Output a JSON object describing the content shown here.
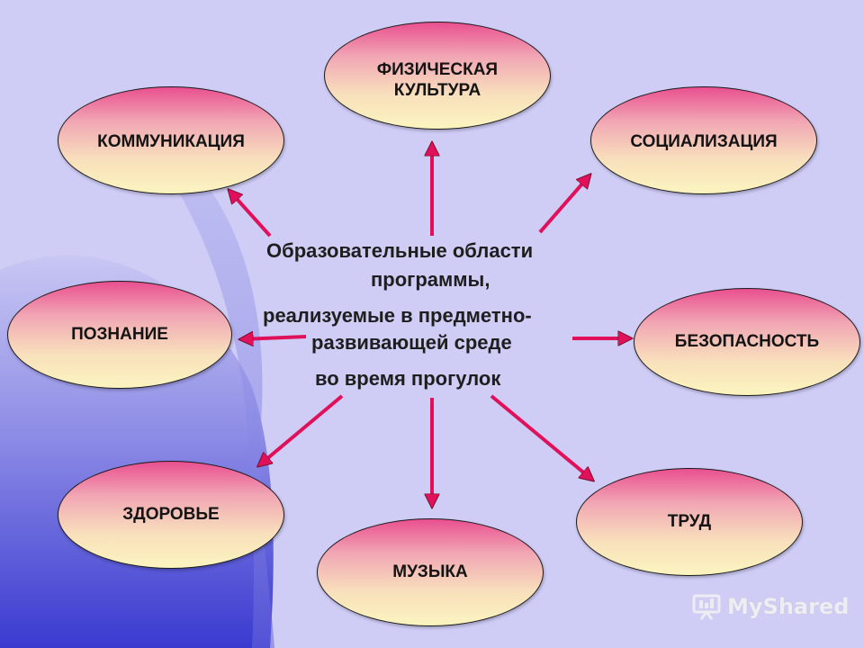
{
  "diagram": {
    "center_lines": [
      "Образовательные области",
      "программы,",
      "реализуемые в предметно-",
      "развивающей среде",
      "во время прогулок"
    ],
    "nodes": {
      "physical": "ФИЗИЧЕСКАЯ\nКУЛЬТУРА",
      "communication": "КОММУНИКАЦИЯ",
      "socialization": "СОЦИАЛИЗАЦИЯ",
      "cognition": "ПОЗНАНИЕ",
      "safety": "БЕЗОПАСНОСТЬ",
      "health": "ЗДОРОВЬЕ",
      "music": "МУЗЫКА",
      "labor": "ТРУД"
    }
  },
  "watermark": {
    "text": "MyShared"
  },
  "colors": {
    "background": "#cfcdf6",
    "arrow": "#e0105a",
    "node_top": "#e9508f",
    "node_bottom": "#fcf4c0",
    "corner_shape": "#3a3ad0"
  }
}
